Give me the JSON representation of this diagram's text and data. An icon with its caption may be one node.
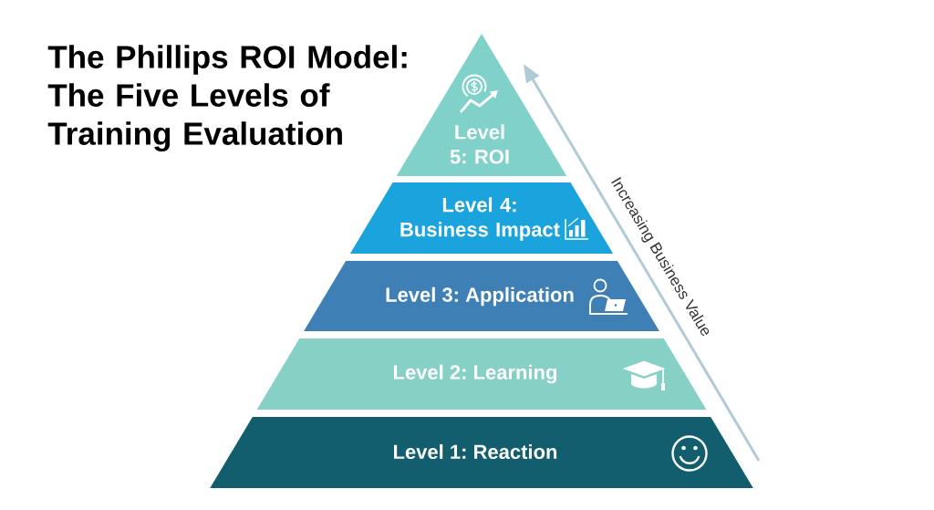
{
  "diagram": {
    "title": "The Phillips ROI Model: The Five Levels of Training Evaluation",
    "nodes": [
      {
        "text": [
          "Level 5: ROI"
        ]
      },
      {
        "text": [
          "Level 4: Business Impact"
        ]
      },
      {
        "text": [
          "Level 3: Application"
        ]
      },
      {
        "text": [
          "Level 2: Learning"
        ]
      },
      {
        "text": [
          "Level 1: Reaction"
        ]
      }
    ],
    "labels": [
      "Increasing Business Value"
    ]
  }
}
